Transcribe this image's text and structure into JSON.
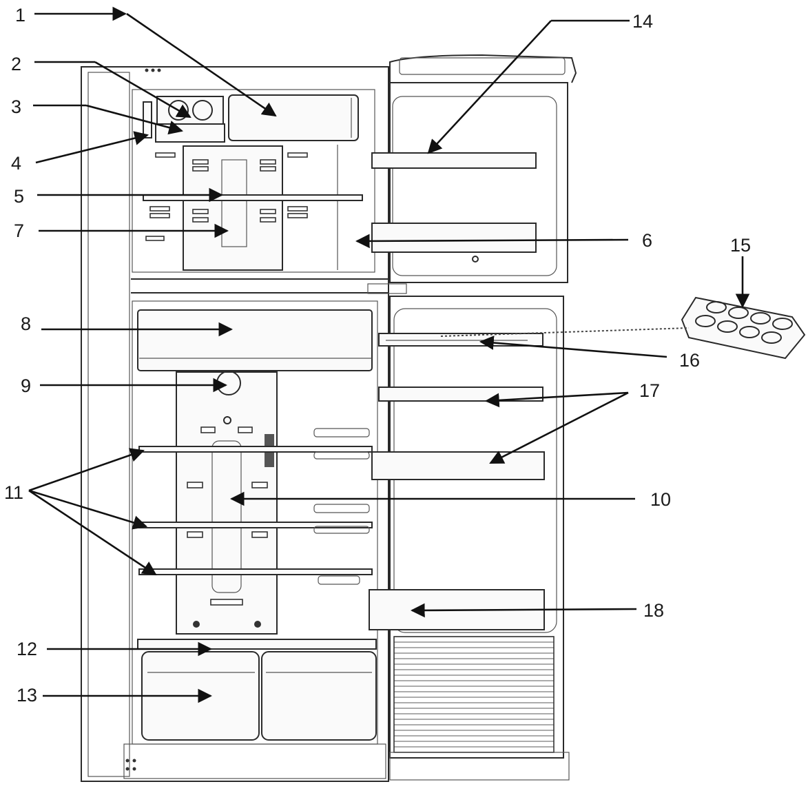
{
  "callouts": {
    "c1": "1",
    "c2": "2",
    "c3": "3",
    "c4": "4",
    "c5": "5",
    "c6": "6",
    "c7": "7",
    "c8": "8",
    "c9": "9",
    "c10": "10",
    "c11": "11",
    "c12": "12",
    "c13": "13",
    "c14": "14",
    "c15": "15",
    "c16": "16",
    "c17": "17",
    "c18": "18"
  },
  "colors": {
    "line": "#2a2a2a",
    "background": "#ffffff"
  }
}
